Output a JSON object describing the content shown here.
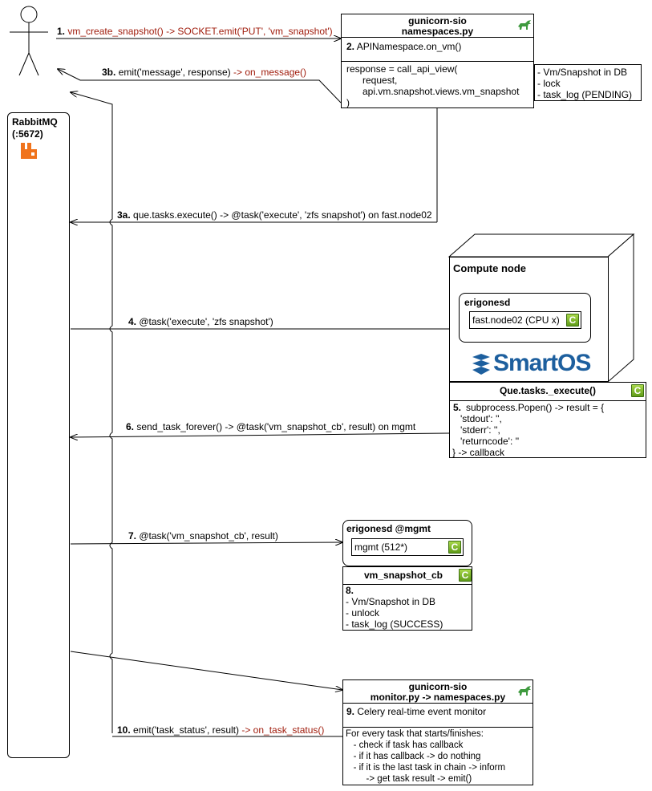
{
  "steps": {
    "s1_num": "1.",
    "s1_text": "vm_create_snapshot() -> SOCKET.emit('PUT', 'vm_snapshot')",
    "s3b_num": "3b.",
    "s3b_text": "emit('message', response)",
    "s3b_red": "-> on_message()",
    "s3a_num": "3a.",
    "s3a_text": "que.tasks.execute() -> @task('execute', 'zfs snapshot') on fast.node02",
    "s4_num": "4.",
    "s4_text": "@task('execute', 'zfs snapshot')",
    "s6_num": "6.",
    "s6_text": "send_task_forever() -> @task('vm_snapshot_cb', result) on mgmt",
    "s7_num": "7.",
    "s7_text": "@task('vm_snapshot_cb', result)",
    "s10_num": "10.",
    "s10_text": "emit('task_status', result)",
    "s10_red": "-> on_task_status()"
  },
  "gunicorn_top": {
    "title1": "gunicorn-sio",
    "title2": "namespaces.py",
    "step_num": "2.",
    "step_text": "APINamespace.on_vm()",
    "code": "response = call_api_view(\n      request,\n      api.vm.snapshot.views.vm_snapshot\n)",
    "note": "- Vm/Snapshot in DB\n- lock\n- task_log (PENDING)"
  },
  "rabbitmq": {
    "name": "RabbitMQ",
    "port": "(:5672)"
  },
  "compute": {
    "title": "Compute node",
    "erigonesd": "erigonesd",
    "node": "fast.node02 (CPU x)",
    "logo": "SmartOS",
    "que_title": "Que.tasks._execute()",
    "step_num": "5.",
    "code": "subprocess.Popen() -> result = {\n   'stdout': '',\n   'stderr': '',\n   'returncode': ''\n} -> callback"
  },
  "mgmt": {
    "title": "erigonesd @mgmt",
    "node": "mgmt (512*)",
    "cb_title": "vm_snapshot_cb",
    "step_num": "8.",
    "lines": "- Vm/Snapshot in DB\n- unlock\n- task_log (SUCCESS)"
  },
  "gunicorn_bottom": {
    "title1": "gunicorn-sio",
    "title2": "monitor.py -> namespaces.py",
    "step_num": "9.",
    "step_text": "Celery real-time event monitor",
    "body": "For every task that starts/finishes:\n   - check if task has callback\n   - if it has callback -> do nothing\n   - if it is the last task in chain -> inform\n        -> get task result -> emit()"
  },
  "icons": {
    "c_icon_label": "C",
    "c_icon_color": "#7bb62c",
    "rabbit_color": "#f0731c",
    "horse_color": "#3f9a3f",
    "smartos_color": "#1d5f9e"
  }
}
